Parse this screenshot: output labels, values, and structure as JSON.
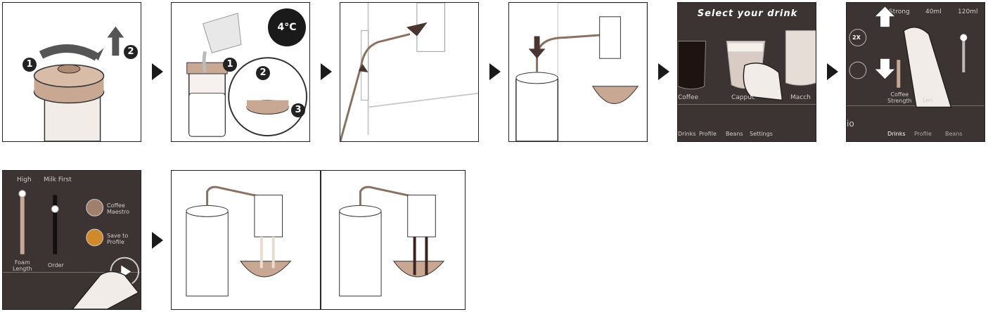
{
  "steps": {
    "s1": {
      "n1": "1",
      "n2": "2"
    },
    "s2": {
      "temp": "4°C",
      "n1": "1",
      "n2": "2",
      "n3": "3"
    },
    "s5": {
      "title": "Select your drink",
      "coffee": "Coffee",
      "cappu": "Cappuc",
      "latte": "Macch",
      "nav": [
        "Drinks",
        "Profile",
        "Beans",
        "Settings"
      ]
    },
    "s6": {
      "strong": "Strong",
      "vol1": "40ml",
      "vol2": "120ml",
      "twox": "2X",
      "strength_a": "Coffee",
      "strength_b": "Strength",
      "length": "Len",
      "nav_a": "Drinks",
      "nav_b": "Profile",
      "nav_c": "Beans",
      "left_txt": "io"
    },
    "s7": {
      "high": "High",
      "milk_first": "Milk First",
      "foam_a": "Foam",
      "foam_b": "Length",
      "order": "Order",
      "maestro_a": "Coffee",
      "maestro_b": "Maestro",
      "save_a": "Save to",
      "save_b": "Profile"
    }
  },
  "colors": {
    "panel_dark": "#3c3432",
    "accent": "#d08a2a",
    "milk": "#c8a892",
    "line": "#222222"
  }
}
